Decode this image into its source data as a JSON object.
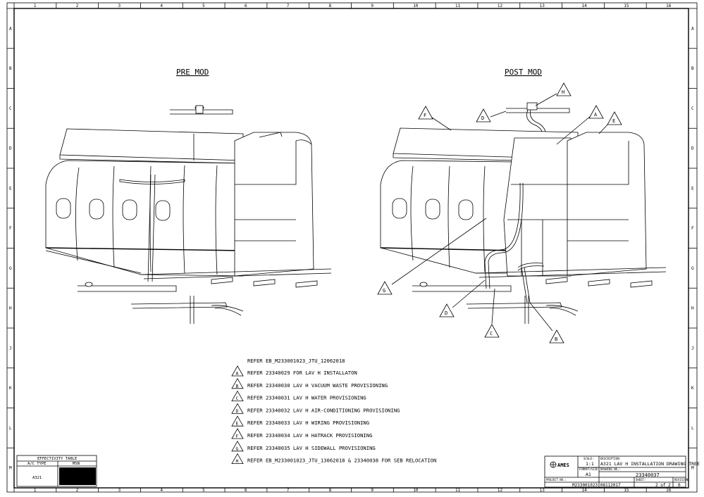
{
  "sheet": {
    "column_markers": [
      "1",
      "2",
      "3",
      "4",
      "5",
      "6",
      "7",
      "8",
      "9",
      "10",
      "11",
      "12",
      "13",
      "14",
      "15",
      "16"
    ],
    "row_markers": [
      "A",
      "B",
      "C",
      "D",
      "E",
      "F",
      "G",
      "H",
      "J",
      "K",
      "L",
      "M"
    ]
  },
  "views": {
    "pre_title": "PRE MOD",
    "post_title": "POST MOD"
  },
  "callouts": [
    "A",
    "B",
    "C",
    "D",
    "E",
    "F",
    "G",
    "H"
  ],
  "notes": {
    "header": "REFER EB_M233001023_JTU_12062018",
    "items": [
      {
        "tag": "A",
        "text": "REFER 23340029 FOR LAV H INSTALLATON"
      },
      {
        "tag": "B",
        "text": "REFER 23340030 LAV H VACUUM WASTE PROVISIONING"
      },
      {
        "tag": "C",
        "text": "REFER 23340031 LAV H WATER PROVISIONING"
      },
      {
        "tag": "D",
        "text": "REFER 23340032 LAV H AIR-CONDITIONING PROVISIONING"
      },
      {
        "tag": "E",
        "text": "REFER 23340033 LAV H WIRING PROVISIONING"
      },
      {
        "tag": "F",
        "text": "REFER 23340034 LAV H HATRACK PROVISIONING"
      },
      {
        "tag": "G",
        "text": "REFER 23340035 LAV H SIDEWALL PROVISIONING"
      },
      {
        "tag": "H",
        "text": "REFER EB_M233001023_JTU_13062018 & 23340038 FOR SEB RELOCATION"
      }
    ]
  },
  "effectivity": {
    "title": "EFFECTIVITY TABLE",
    "col_ac": "A/C TYPE",
    "col_msn": "MSN",
    "ac_value": "A321"
  },
  "title_block": {
    "logo": "AMES",
    "scale_label": "SCALE:",
    "scale": "1:1",
    "format_label": "FORMAT/SIZE:",
    "format": "A1",
    "desc_label": "DESCRIPTION:",
    "description": "A321 LAV H INSTALLATION DRAWING TREE",
    "drawing_label": "DRAWING NO.:",
    "drawing_no": "23340037",
    "project_label": "PROJECT NO.:",
    "project_no": "M233001023_08112017",
    "sheet_label": "SHEET:",
    "sheet": "2 of 2",
    "revision_label": "REVISION:",
    "revision": "0"
  },
  "colors": {
    "ink": "#000000",
    "paper": "#ffffff",
    "msn_fill": "#000000"
  }
}
